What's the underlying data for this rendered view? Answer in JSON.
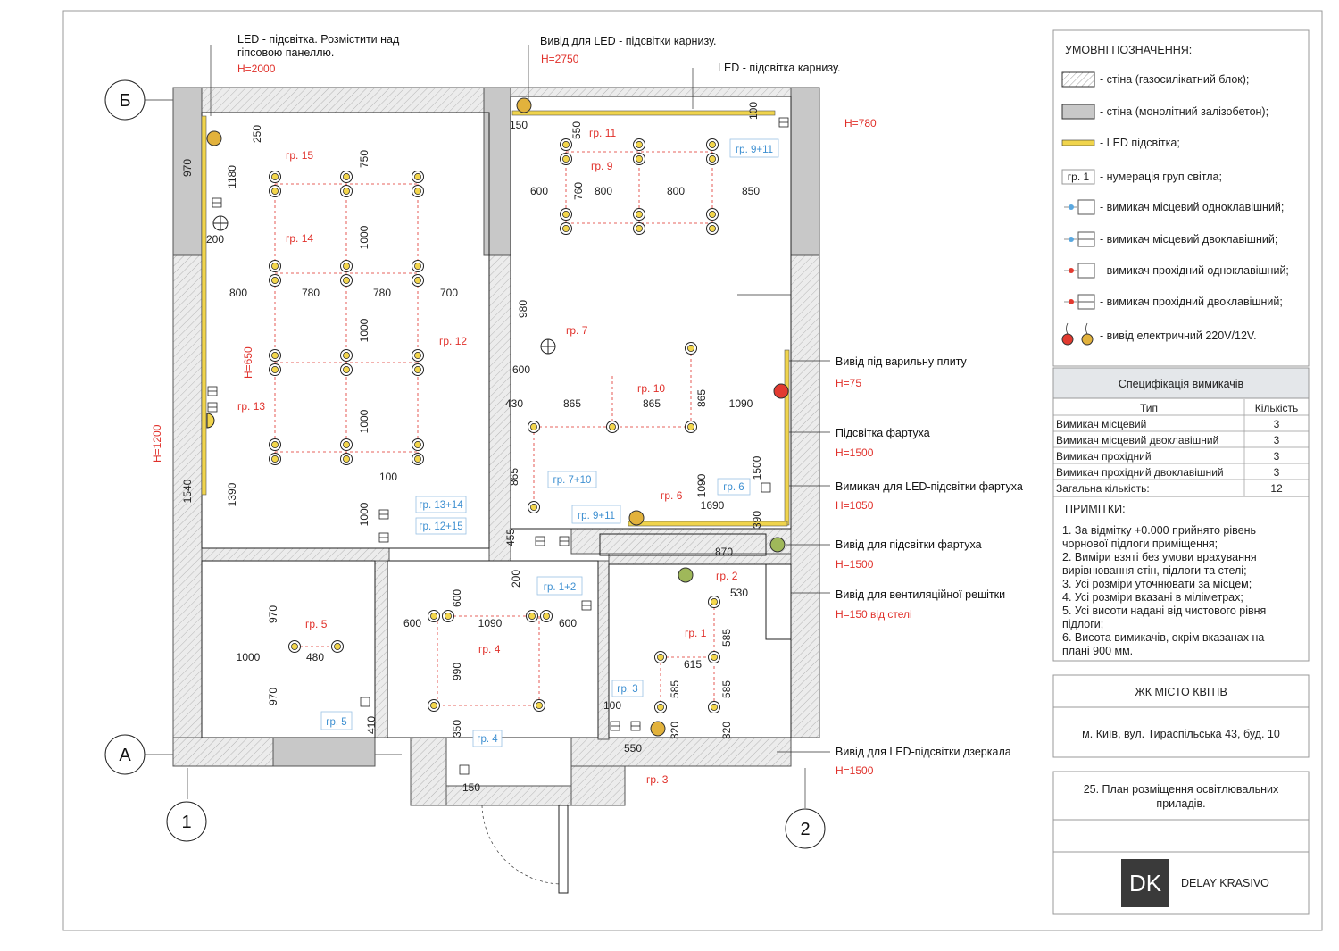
{
  "drawing": {
    "axes": {
      "b": "Б",
      "a": "А",
      "one": "1",
      "two": "2"
    },
    "callouts": {
      "led_panel": "LED - підсвітка. Розмістити над",
      "led_panel2": "гіпсовою панеллю.",
      "led_panel_h": "H=2000",
      "cornice_out": "Вивід для LED - підсвітки карнизу.",
      "cornice_out_h": "H=2750",
      "cornice_led": "LED - підсвітка карнизу.",
      "h780": "H=780",
      "hob": "Вивід під варильну плиту",
      "hob_h": "H=75",
      "apron": "Підсвітка фартуха",
      "apron_h": "H=1500",
      "apron_switch": "Вимикач для LED-підсвітки фартуха",
      "apron_switch_h": "H=1050",
      "apron_out": "Вивід для підсвітки фартуха",
      "apron_out_h": "H=1500",
      "vent": "Вивід для вентиляційної решітки",
      "vent_h": "H=150 від стелі",
      "mirror": "Вивід для LED-підсвітки дзеркала",
      "mirror_h": "H=1500",
      "h650": "H=650",
      "h1200": "H=1200"
    },
    "groups": {
      "g1": "гр. 1",
      "g2": "гр. 2",
      "g3": "гр. 3",
      "g4": "гр. 4",
      "g5": "гр. 5",
      "g6": "гр. 6",
      "g7": "гр. 7",
      "g9": "гр. 9",
      "g10": "гр. 10",
      "g11": "гр. 11",
      "g12": "гр. 12",
      "g13": "гр. 13",
      "g14": "гр. 14",
      "g15": "гр. 15"
    },
    "switch_tags": {
      "s911a": "гр. 9+11",
      "s6": "гр. 6",
      "s710": "гр. 7+10",
      "s911b": "гр. 9+11",
      "s1314": "гр. 13+14",
      "s1215": "гр. 12+15",
      "s12": "гр. 1+2",
      "s3": "гр. 3",
      "s4": "гр. 4",
      "s5": "гр. 5"
    },
    "dims": {
      "d250": "250",
      "d970a": "970",
      "d1180": "1180",
      "d750": "750",
      "d200a": "200",
      "d1000a": "1000",
      "d800a": "800",
      "d780a": "780",
      "d780b": "780",
      "d700": "700",
      "d1000b": "1000",
      "d1000c": "1000",
      "d1540": "1540",
      "d1390": "1390",
      "d100a": "100",
      "d1000d": "1000",
      "d150a": "150",
      "d550a": "550",
      "d100b": "100",
      "d760": "760",
      "d600a": "600",
      "d800b": "800",
      "d800c": "800",
      "d850": "850",
      "d980": "980",
      "d600b": "600",
      "d430": "430",
      "d865a": "865",
      "d865b": "865",
      "d865c": "865",
      "d1090a": "1090",
      "d865d": "865",
      "d1500": "1500",
      "d1090b": "1090",
      "d1690": "1690",
      "d390": "390",
      "d455": "455",
      "d870": "870",
      "d200b": "200",
      "d600c": "600",
      "d600d": "600",
      "d1090c": "1090",
      "d600e": "600",
      "d990": "990",
      "d350": "350",
      "d150b": "150",
      "d970b": "970",
      "d1000e": "1000",
      "d480": "480",
      "d970c": "970",
      "d410": "410",
      "d530": "530",
      "d585a": "585",
      "d615": "615",
      "d585b": "585",
      "d585c": "585",
      "d100c": "100",
      "d320a": "320",
      "d320b": "320",
      "d550b": "550"
    }
  },
  "legend": {
    "title": "УМОВНІ ПОЗНАЧЕННЯ:",
    "items": [
      {
        "icon": "wall-gas-block-icon",
        "label": "- стіна (газосилікатний блок);"
      },
      {
        "icon": "wall-concrete-icon",
        "label": "- стіна (монолітний залізобетон);"
      },
      {
        "icon": "led-strip-icon",
        "label": "- LED підсвітка;"
      },
      {
        "icon": "group-tag-icon",
        "label": "- нумерація груп світла;",
        "tag": "гр. 1"
      },
      {
        "icon": "switch-local-single-icon",
        "label": "- вимикач місцевий одноклавішний;"
      },
      {
        "icon": "switch-local-double-icon",
        "label": "- вимикач місцевий двоклавішний;"
      },
      {
        "icon": "switch-pass-single-icon",
        "label": "- вимикач прохідний одноклавішний;"
      },
      {
        "icon": "switch-pass-double-icon",
        "label": "- вимикач прохідний двоклавішний;"
      },
      {
        "icon": "electric-outlet-icon",
        "label": "- вивід електричний 220V/12V."
      }
    ]
  },
  "spec": {
    "title": "Специфікація вимикачів",
    "head": [
      "Тип",
      "Кількість"
    ],
    "rows": [
      [
        "Вимикач місцевий",
        "3"
      ],
      [
        "Вимикач місцевий двоклавішний",
        "3"
      ],
      [
        "Вимикач прохідний",
        "3"
      ],
      [
        "Вимикач прохідний двоклавішний",
        "3"
      ],
      [
        "Загальна кількість:",
        "12"
      ]
    ]
  },
  "notes": {
    "title": "ПРИМІТКИ:",
    "lines": [
      "1. За відмітку +0.000 прийнято рівень",
      "чорнової підлоги приміщення;",
      "2. Виміри взяті без умови врахування",
      "вирівнювання стін, підлоги та стелі;",
      "3. Усі розміри уточнювати за місцем;",
      "4. Усі розміри вказані в міліметрах;",
      "5. Усі висоти надані від чистового рівня",
      "підлоги;",
      "6. Висота вимикачів, окрім вказанах на",
      "плані 900 мм."
    ]
  },
  "titleblock": {
    "project": "ЖК МІСТО КВІТІВ",
    "address": "м. Київ, вул. Тираспільська 43, буд. 10",
    "sheet1": "25. План розміщення освітлювальних",
    "sheet2": "приладів.",
    "logo": "DK",
    "studio": "DELAY KRASIVO"
  },
  "colors": {
    "red": "#e0302a",
    "blue": "#3d8fd1",
    "led": "#e8c13a",
    "outlet_red": "#e23a30",
    "outlet_yellow": "#e2b23c",
    "outlet_green": "#9fb85a"
  }
}
